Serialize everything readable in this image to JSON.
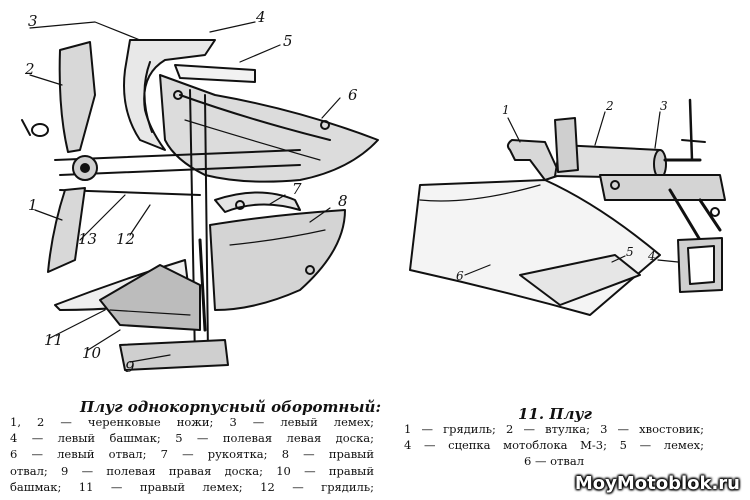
{
  "left_figure": {
    "labels": [
      "3",
      "4",
      "5",
      "2",
      "6",
      "7",
      "8",
      "1",
      "13",
      "12",
      "11",
      "10",
      "9"
    ],
    "caption_title": "Плуг однокорпусный оборотный:",
    "caption_lines": [
      "1, 2 — черенковые ножи; 3 — левый лемех;",
      "4 — левый башмак; 5 — полевая левая доска;",
      "6 — левый отвал; 7 — рукоятка; 8 — правый",
      "отвал; 9 — полевая правая доска; 10 — правый",
      "башмак; 11 — правый лемех; 12 — грядиль;"
    ]
  },
  "right_figure": {
    "labels": [
      "1",
      "2",
      "3",
      "5",
      "6",
      "4"
    ],
    "caption_title": "11. Плуг",
    "caption_lines": [
      "1 — грядиль; 2 — втулка; 3 — хвостовик;",
      "4 — сцепка мотоблока М-3; 5 — лемех;",
      "6 — отвал"
    ]
  },
  "watermark": "MoyMotoblok.ru"
}
